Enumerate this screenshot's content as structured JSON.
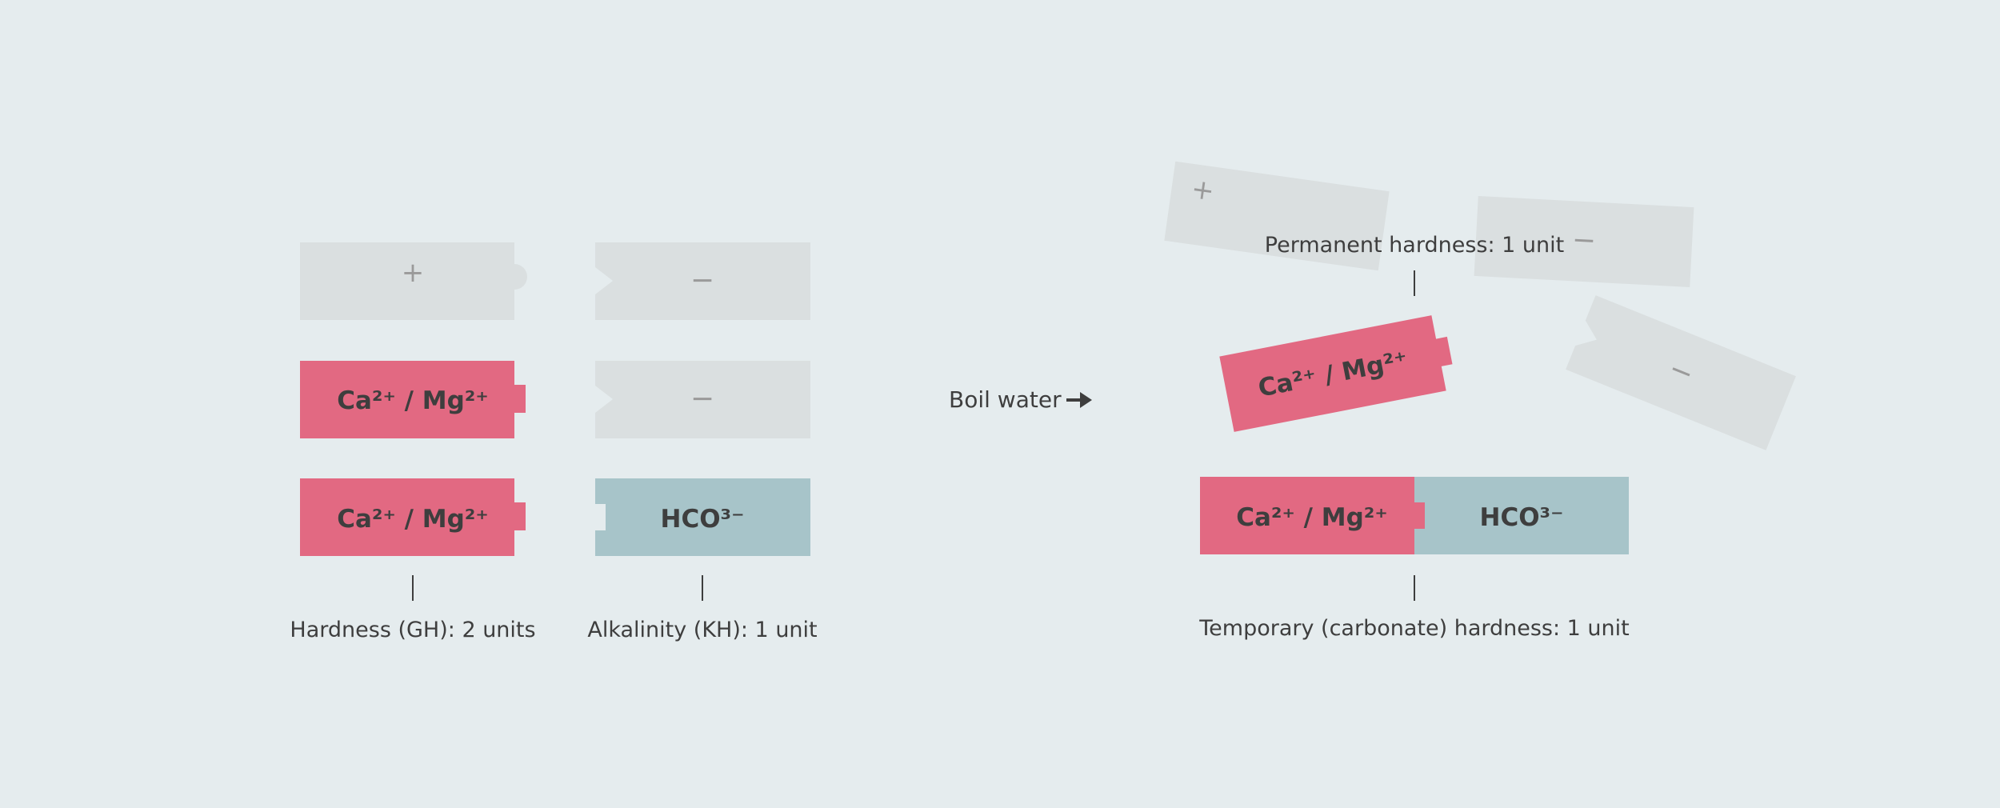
{
  "colors": {
    "background": "#e5ecee",
    "cation_block": "#e26982",
    "anion_block": "#a7c4c9",
    "empty_block": "#dadfe0",
    "text": "#3e3e3e",
    "sign": "#9a9a9a"
  },
  "blocks": {
    "cation_label": "Ca²⁺ / Mg²⁺",
    "anion_label": "HCO³⁻",
    "plus_sign": "+",
    "minus_sign": "−"
  },
  "captions": {
    "hardness": "Hardness (GH): 2 units",
    "alkalinity": "Alkalinity (KH): 1 unit",
    "permanent": "Permanent hardness: 1 unit",
    "temporary": "Temporary (carbonate) hardness: 1 unit"
  },
  "process": {
    "label": "Boil water",
    "arrow_icon": "right-arrow-icon"
  }
}
